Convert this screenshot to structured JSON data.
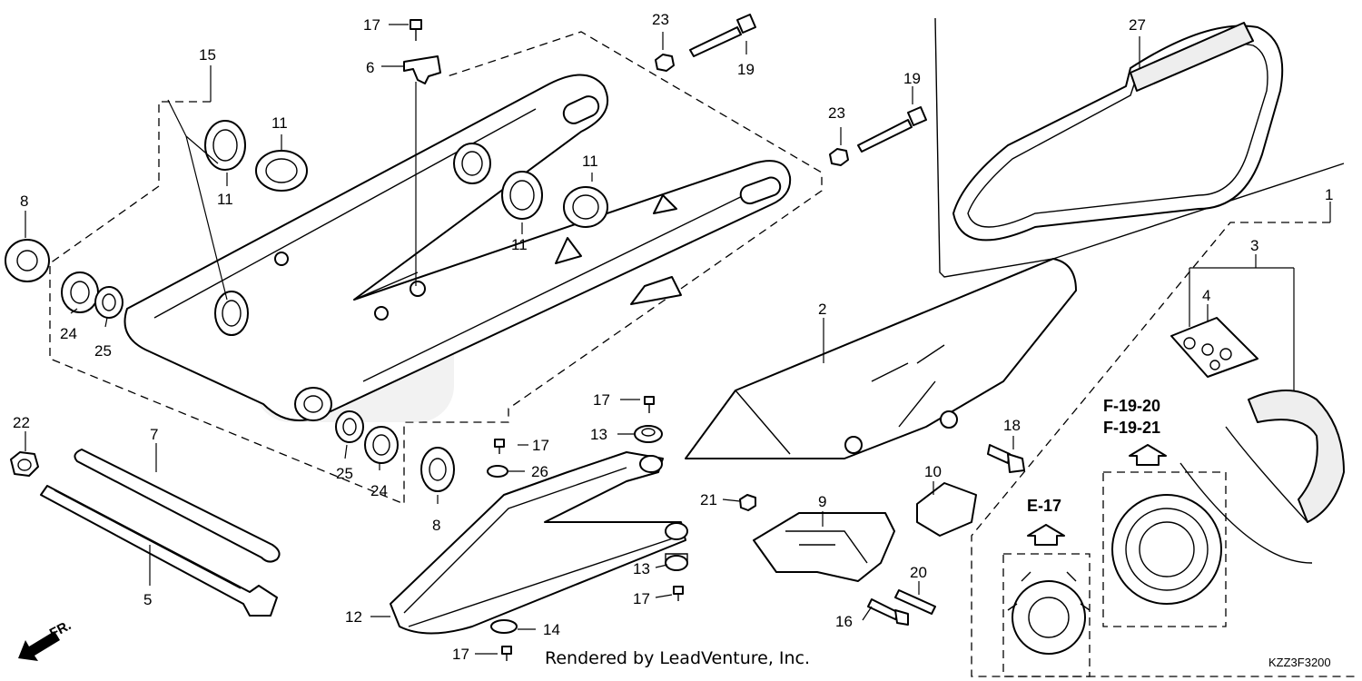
{
  "callouts": {
    "c1": "1",
    "c2": "2",
    "c3": "3",
    "c4": "4",
    "c5": "5",
    "c6": "6",
    "c7": "7",
    "c8": "8",
    "c9": "9",
    "c10": "10",
    "c11": "11",
    "c12": "12",
    "c13": "13",
    "c14": "14",
    "c15": "15",
    "c16": "16",
    "c17": "17",
    "c18": "18",
    "c19": "19",
    "c20": "20",
    "c21": "21",
    "c22": "22",
    "c23": "23",
    "c24": "24",
    "c25": "25",
    "c26": "26",
    "c27": "27"
  },
  "references": {
    "ref_e17": "E-17",
    "ref_f1920": "F-19-20",
    "ref_f1921": "F-19-21"
  },
  "front_marker": "FR.",
  "credit": "Rendered by LeadVenture, Inc.",
  "diagram_code": "KZZ3F3200"
}
